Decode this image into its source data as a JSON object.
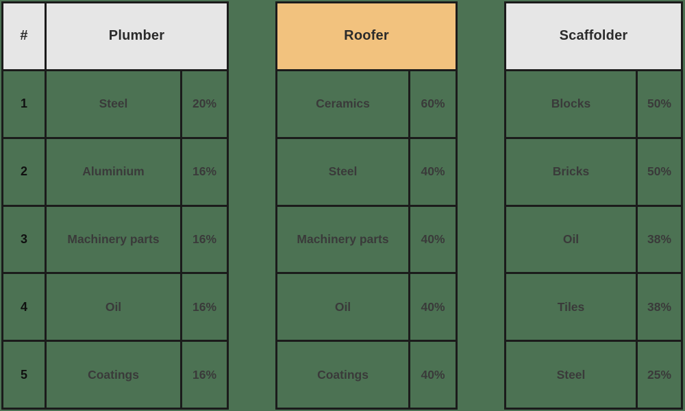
{
  "canvas": {
    "background_color": "#4c7253",
    "grid_line_color": "#1b1b1b"
  },
  "tables": [
    {
      "id": "plumber",
      "header": "Plumber",
      "header_bg": "#e6e6e6",
      "index_header": "#",
      "rows": [
        {
          "index": "1",
          "item": "Steel",
          "pct": "20%"
        },
        {
          "index": "2",
          "item": "Aluminium",
          "pct": "16%"
        },
        {
          "index": "3",
          "item": "Machinery parts",
          "pct": "16%"
        },
        {
          "index": "4",
          "item": "Oil",
          "pct": "16%"
        },
        {
          "index": "5",
          "item": "Coatings",
          "pct": "16%"
        }
      ]
    },
    {
      "id": "roofer",
      "header": "Roofer",
      "header_bg": "#f2c27e",
      "rows": [
        {
          "item": "Ceramics",
          "pct": "60%"
        },
        {
          "item": "Steel",
          "pct": "40%"
        },
        {
          "item": "Machinery parts",
          "pct": "40%"
        },
        {
          "item": "Oil",
          "pct": "40%"
        },
        {
          "item": "Coatings",
          "pct": "40%"
        }
      ]
    },
    {
      "id": "scaffolder",
      "header": "Scaffolder",
      "header_bg": "#e6e6e6",
      "rows": [
        {
          "item": "Blocks",
          "pct": "50%"
        },
        {
          "item": "Bricks",
          "pct": "50%"
        },
        {
          "item": "Oil",
          "pct": "38%"
        },
        {
          "item": "Tiles",
          "pct": "38%"
        },
        {
          "item": "Steel",
          "pct": "25%"
        }
      ]
    }
  ]
}
